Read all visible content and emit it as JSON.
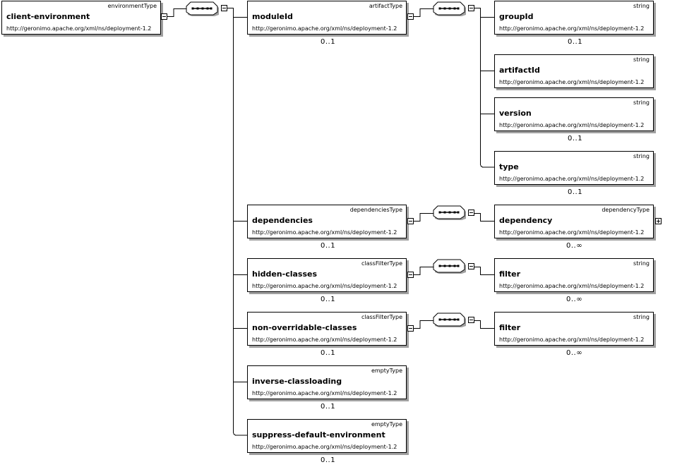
{
  "root": {
    "name": "client-environment",
    "type": "environmentType",
    "namespace": "http://geronimo.apache.org/xml/ns/deployment-1.2"
  },
  "children": [
    {
      "name": "moduleId",
      "type": "artifactType",
      "namespace": "http://geronimo.apache.org/xml/ns/deployment-1.2",
      "cardinality": "0..1",
      "children": [
        {
          "name": "groupId",
          "type": "string",
          "namespace": "http://geronimo.apache.org/xml/ns/deployment-1.2",
          "cardinality": "0..1"
        },
        {
          "name": "artifactId",
          "type": "string",
          "namespace": "http://geronimo.apache.org/xml/ns/deployment-1.2",
          "cardinality": ""
        },
        {
          "name": "version",
          "type": "string",
          "namespace": "http://geronimo.apache.org/xml/ns/deployment-1.2",
          "cardinality": "0..1"
        },
        {
          "name": "type",
          "type": "string",
          "namespace": "http://geronimo.apache.org/xml/ns/deployment-1.2",
          "cardinality": "0..1"
        }
      ]
    },
    {
      "name": "dependencies",
      "type": "dependenciesType",
      "namespace": "http://geronimo.apache.org/xml/ns/deployment-1.2",
      "cardinality": "0..1",
      "children": [
        {
          "name": "dependency",
          "type": "dependencyType",
          "namespace": "http://geronimo.apache.org/xml/ns/deployment-1.2",
          "cardinality": "0..∞"
        }
      ]
    },
    {
      "name": "hidden-classes",
      "type": "classFilterType",
      "namespace": "http://geronimo.apache.org/xml/ns/deployment-1.2",
      "cardinality": "0..1",
      "children": [
        {
          "name": "filter",
          "type": "string",
          "namespace": "http://geronimo.apache.org/xml/ns/deployment-1.2",
          "cardinality": "0..∞"
        }
      ]
    },
    {
      "name": "non-overridable-classes",
      "type": "classFilterType",
      "namespace": "http://geronimo.apache.org/xml/ns/deployment-1.2",
      "cardinality": "0..1",
      "children": [
        {
          "name": "filter",
          "type": "string",
          "namespace": "http://geronimo.apache.org/xml/ns/deployment-1.2",
          "cardinality": "0..∞"
        }
      ]
    },
    {
      "name": "inverse-classloading",
      "type": "emptyType",
      "namespace": "http://geronimo.apache.org/xml/ns/deployment-1.2",
      "cardinality": "0..1"
    },
    {
      "name": "suppress-default-environment",
      "type": "emptyType",
      "namespace": "http://geronimo.apache.org/xml/ns/deployment-1.2",
      "cardinality": "0..1"
    }
  ],
  "colors": {
    "line": "#000000",
    "shadow": "#a0a0a0",
    "background": "#ffffff"
  },
  "icons": {
    "sequence": "sequence-compositor-icon",
    "collapse": "collapse-minus-icon",
    "expand": "expand-plus-icon"
  }
}
